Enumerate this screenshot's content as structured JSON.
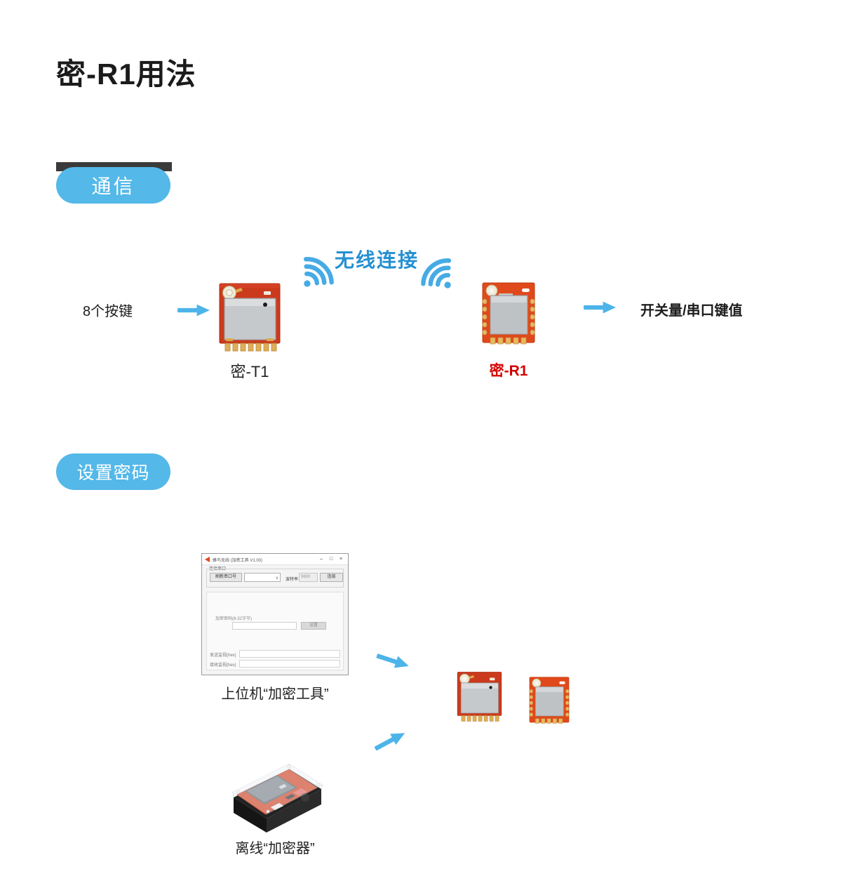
{
  "page": {
    "title": "密-R1用法"
  },
  "colors": {
    "badge_blue": "#54b8e8",
    "arrow_blue": "#4db4e9",
    "wireless_text_blue": "#2590d2",
    "module_red": "#cc3a1d",
    "module_orange": "#e0491b",
    "r1_label_red": "#d40000"
  },
  "communication": {
    "badge": "通信",
    "input_label": "8个按键",
    "wireless_label": "无线连接",
    "transmitter_name": "密-T1",
    "receiver_name": "密-R1",
    "output_label": "开关量/串口键值"
  },
  "set_password": {
    "badge": "设置密码",
    "pc_tool": {
      "window_title": "蜂鸟无线 (加密工具 V1.00)",
      "minimize": "–",
      "maximize": "□",
      "close": "×",
      "port_group_label": "连接串口",
      "refresh_port_button": "刷新串口号",
      "port_combo_value": "",
      "combo_arrow": "∨",
      "baud_label": "波特率",
      "baud_value": "9600",
      "connect_button": "连接",
      "password_label": "加密密码(8-32字节)",
      "password_value": "",
      "set_button": "设置",
      "send_monitor_label": "发送监视(hex)",
      "recv_monitor_label": "接收监视(hex)",
      "caption": "上位机“加密工具”"
    },
    "offline_tool": {
      "caption": "离线“加密器”"
    }
  }
}
